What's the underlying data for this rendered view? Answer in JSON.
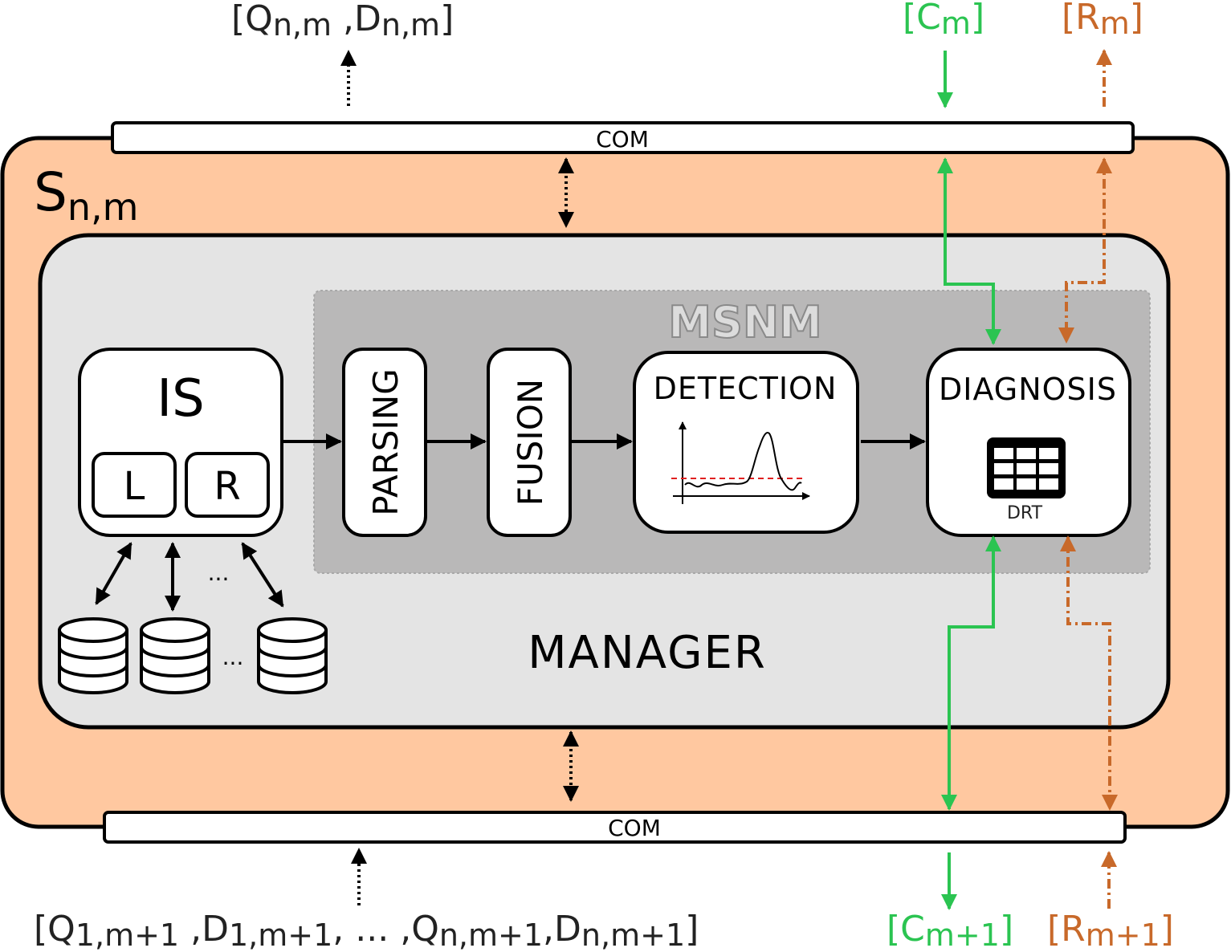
{
  "system": {
    "label_main": "S",
    "label_sub": "n,m",
    "colors": {
      "outer_fill": "#ffc8a0",
      "manager_fill": "#e4e4e4",
      "msnm_fill": "#b9b8b8",
      "green": "#2bc451",
      "orange": "#c8692a"
    }
  },
  "com_top": {
    "label": "COM"
  },
  "com_bottom": {
    "label": "COM"
  },
  "top_output": {
    "open": "[",
    "q": "Q",
    "q_sub": "n,m",
    "comma": " ,",
    "d": "D",
    "d_sub": "n,m",
    "close": "]"
  },
  "c_top": {
    "open": "[",
    "main": "C",
    "sub": "m",
    "close": "]"
  },
  "r_top": {
    "open": "[",
    "main": "R",
    "sub": "m",
    "close": "]"
  },
  "bottom_input": {
    "open": "[",
    "q1": "Q",
    "q1_sub": "1,m+1",
    "sep1": " ,",
    "d1": "D",
    "d1_sub": "1,m+1",
    "dots": ", ... ,",
    "qn": "Q",
    "qn_sub": "n,m+1",
    "sep2": ",",
    "dn": "D",
    "dn_sub": "n,m+1",
    "close": "]"
  },
  "c_bottom": {
    "open": "[",
    "main": "C",
    "sub": "m+1",
    "close": "]"
  },
  "r_bottom": {
    "open": "[",
    "main": "R",
    "sub": "m+1",
    "close": "]"
  },
  "manager": {
    "label": "MANAGER"
  },
  "msnm": {
    "label": "MSNM"
  },
  "is_box": {
    "label": "IS",
    "left": "L",
    "right": "R"
  },
  "ellipsis_arrows": "...",
  "ellipsis_dbs": "...",
  "parsing": {
    "label": "PARSING"
  },
  "fusion": {
    "label": "FUSION"
  },
  "detection": {
    "label": "DETECTION"
  },
  "diagnosis": {
    "label": "DIAGNOSIS",
    "table_label": "DRT"
  }
}
